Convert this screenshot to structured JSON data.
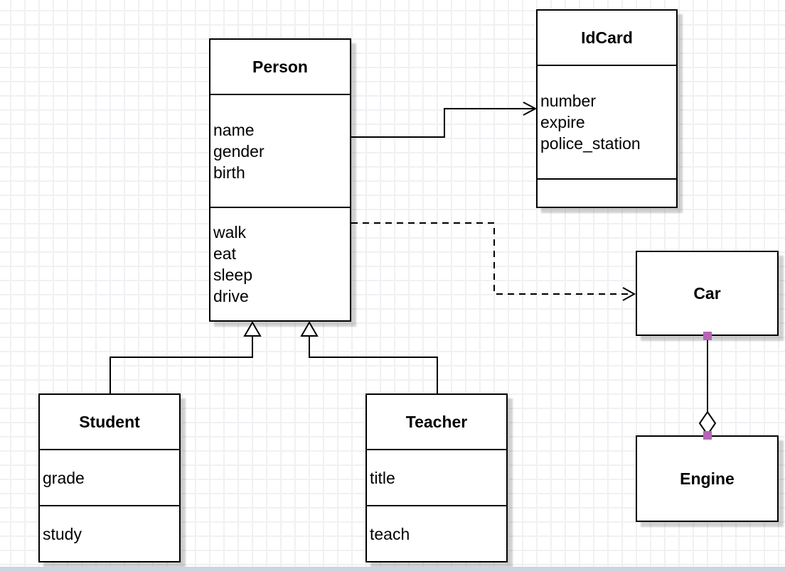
{
  "diagram": {
    "type": "uml-class-diagram",
    "classes": {
      "person": {
        "title": "Person",
        "attributes": [
          "name",
          "gender",
          "birth"
        ],
        "methods": [
          "walk",
          "eat",
          "sleep",
          "drive"
        ]
      },
      "idcard": {
        "title": "IdCard",
        "attributes": [
          "number",
          "expire",
          "police_station"
        ],
        "methods": []
      },
      "car": {
        "title": "Car",
        "attributes": [],
        "methods": []
      },
      "engine": {
        "title": "Engine",
        "attributes": [],
        "methods": []
      },
      "student": {
        "title": "Student",
        "attributes": [
          "grade"
        ],
        "methods": [
          "study"
        ]
      },
      "teacher": {
        "title": "Teacher",
        "attributes": [
          "title"
        ],
        "methods": [
          "teach"
        ]
      }
    },
    "relations": [
      {
        "from": "Person",
        "to": "IdCard",
        "type": "association",
        "line": "solid",
        "arrow": "open"
      },
      {
        "from": "Person",
        "to": "Car",
        "type": "dependency",
        "line": "dashed",
        "arrow": "open"
      },
      {
        "from": "Student",
        "to": "Person",
        "type": "generalization",
        "line": "solid",
        "arrow": "hollow-triangle"
      },
      {
        "from": "Teacher",
        "to": "Person",
        "type": "generalization",
        "line": "solid",
        "arrow": "hollow-triangle"
      },
      {
        "from": "Car",
        "to": "Engine",
        "type": "aggregation",
        "line": "solid",
        "arrow": "hollow-diamond"
      }
    ],
    "colors": {
      "stroke": "#000000",
      "shape_fill": "#ffffff",
      "endpoint_handle": "#b565b5",
      "grid_line": "#f1f1f4",
      "bottom_strip": "#ccd5e1"
    }
  }
}
